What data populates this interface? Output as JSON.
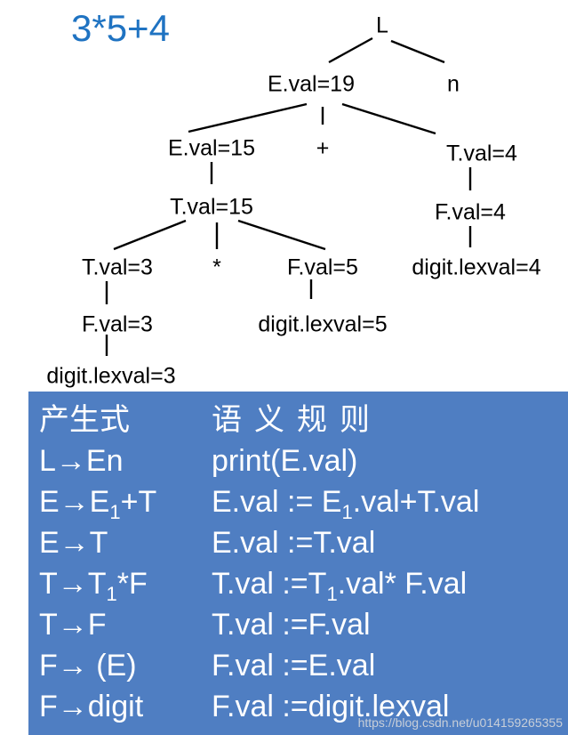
{
  "title": "3*5+4",
  "tree": {
    "nodes": [
      {
        "id": "L",
        "label": "L"
      },
      {
        "id": "E19",
        "label": "E.val=19"
      },
      {
        "id": "n",
        "label": "n"
      },
      {
        "id": "E15",
        "label": "E.val=15"
      },
      {
        "id": "plus",
        "label": "+"
      },
      {
        "id": "T4",
        "label": "T.val=4"
      },
      {
        "id": "T15",
        "label": "T.val=15"
      },
      {
        "id": "F4",
        "label": "F.val=4"
      },
      {
        "id": "T3",
        "label": "T.val=3"
      },
      {
        "id": "star",
        "label": "*"
      },
      {
        "id": "F5",
        "label": "F.val=5"
      },
      {
        "id": "d4",
        "label": "digit.lexval=4"
      },
      {
        "id": "F3",
        "label": "F.val=3"
      },
      {
        "id": "d5",
        "label": "digit.lexval=5"
      },
      {
        "id": "d3",
        "label": "digit.lexval=3"
      }
    ],
    "edges": [
      [
        "L",
        "E19"
      ],
      [
        "L",
        "n"
      ],
      [
        "E19",
        "E15"
      ],
      [
        "E19",
        "plus"
      ],
      [
        "E19",
        "T4"
      ],
      [
        "E15",
        "T15"
      ],
      [
        "T15",
        "T3"
      ],
      [
        "T15",
        "star"
      ],
      [
        "T15",
        "F5"
      ],
      [
        "T4",
        "F4"
      ],
      [
        "F4",
        "d4"
      ],
      [
        "T3",
        "F3"
      ],
      [
        "F3",
        "d3"
      ],
      [
        "F5",
        "d5"
      ]
    ]
  },
  "rules": {
    "header": {
      "production": "产生式",
      "semantic": "语义规则"
    },
    "rows": [
      {
        "prod": "L→En",
        "sem": "print(E.val)"
      },
      {
        "prod_pre": "E→E",
        "prod_sub": "1",
        "prod_post": "+T",
        "sem_pre": "E.val := E",
        "sem_sub": "1",
        "sem_post": ".val+T.val"
      },
      {
        "prod": "E→T",
        "sem": "E.val :=T.val"
      },
      {
        "prod_pre": "T→T",
        "prod_sub": "1",
        "prod_post": "*F",
        "sem_pre": "T.val :=T",
        "sem_sub": "1",
        "sem_post": ".val* F.val"
      },
      {
        "prod": "T→F",
        "sem": "T.val :=F.val"
      },
      {
        "prod": "F→ (E)",
        "sem": "F.val :=E.val"
      },
      {
        "prod": "F→digit",
        "sem": "F.val :=digit.lexval"
      }
    ]
  },
  "watermark": "https://blog.csdn.net/u014159265355"
}
